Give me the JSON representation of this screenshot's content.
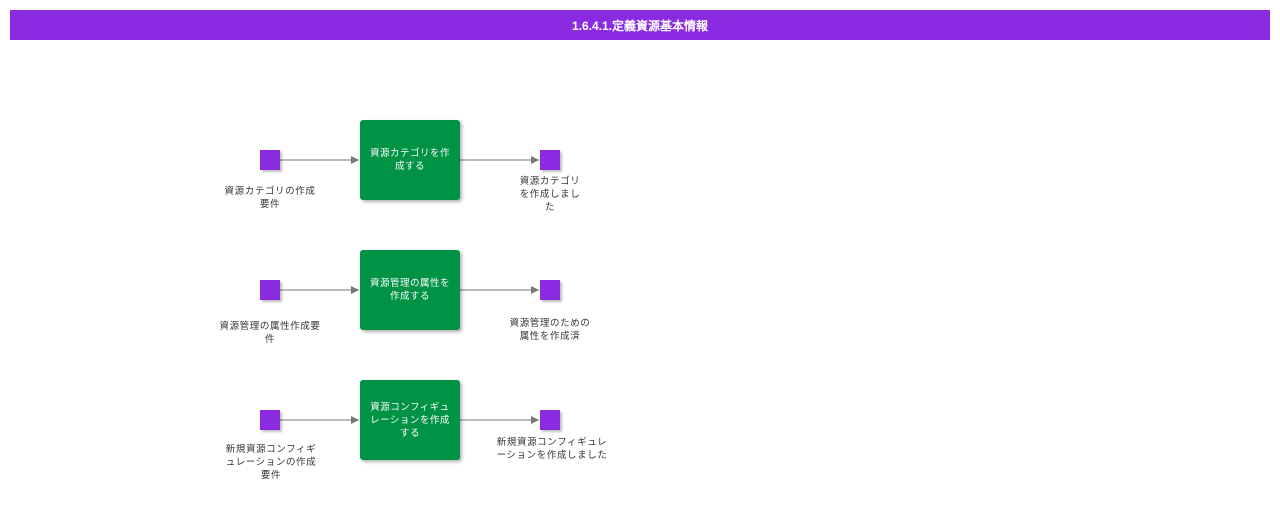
{
  "title": "1.6.4.1.定義資源基本情報",
  "colors": {
    "title_bg": "#8a2be2",
    "node": "#8a2be2",
    "process": "#009245",
    "arrow": "#777777"
  },
  "rows": [
    {
      "input": "資源カテゴリの作成要件",
      "process": "資源カテゴリを作成する",
      "output": "資源カテゴリを作成しました"
    },
    {
      "input": "資源管理の属性作成要件",
      "process": "資源管理の属性を作成する",
      "output": "資源管理のための属性を作成済"
    },
    {
      "input": "新規資源コンフィギュレーションの作成要件",
      "process": "資源コンフィギュレーションを作成する",
      "output": "新規資源コンフィギュレーションを作成しました"
    }
  ]
}
